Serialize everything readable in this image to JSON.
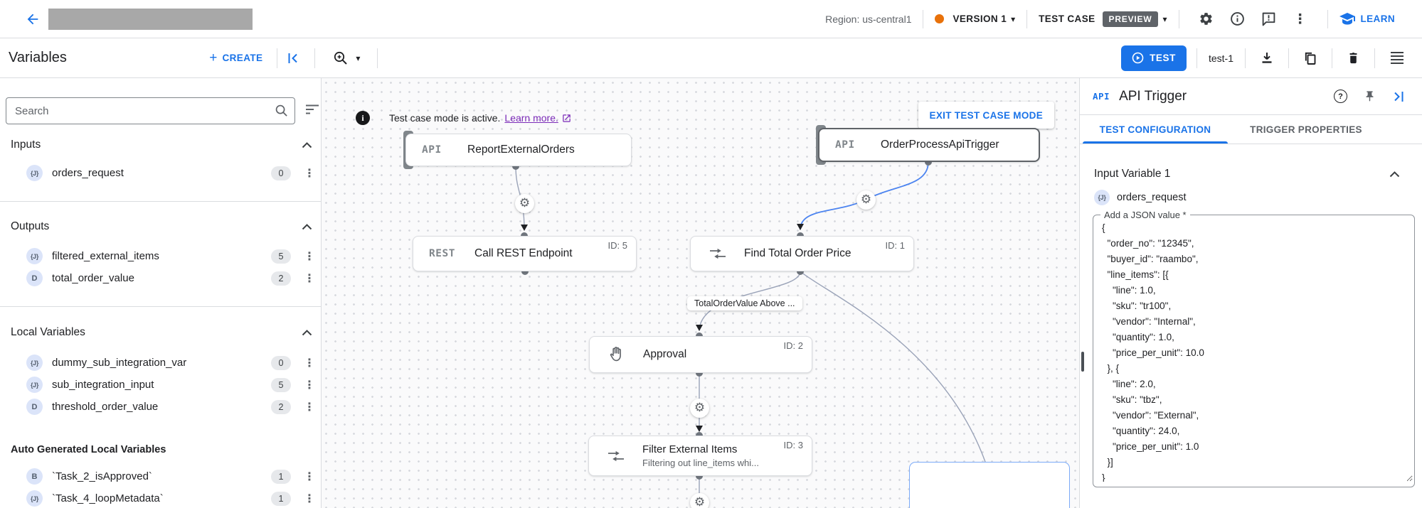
{
  "topbar": {
    "region": "Region: us-central1",
    "version": "VERSION 1",
    "test_case": "TEST CASE",
    "preview": "PREVIEW",
    "learn": "LEARN"
  },
  "toolbar": {
    "title": "Variables",
    "create": "CREATE",
    "test_button": "TEST",
    "test_name": "test-1"
  },
  "sidebar": {
    "search_placeholder": "Search",
    "inputs": {
      "title": "Inputs",
      "items": [
        {
          "type": "{J}",
          "name": "orders_request",
          "count": "0"
        }
      ]
    },
    "outputs": {
      "title": "Outputs",
      "items": [
        {
          "type": "{J}",
          "name": "filtered_external_items",
          "count": "5"
        },
        {
          "type": "D",
          "name": "total_order_value",
          "count": "2"
        }
      ]
    },
    "locals": {
      "title": "Local Variables",
      "items": [
        {
          "type": "{J}",
          "name": "dummy_sub_integration_var",
          "count": "0"
        },
        {
          "type": "{J}",
          "name": "sub_integration_input",
          "count": "5"
        },
        {
          "type": "D",
          "name": "threshold_order_value",
          "count": "2"
        }
      ]
    },
    "auto": {
      "title": "Auto Generated Local Variables",
      "items": [
        {
          "type": "B",
          "name": "`Task_2_isApproved`",
          "count": "1"
        },
        {
          "type": "{J}",
          "name": "`Task_4_loopMetadata`",
          "count": "1"
        }
      ]
    }
  },
  "canvas": {
    "banner": {
      "message": "Test case mode is active.",
      "link": "Learn more.",
      "exit_button": "EXIT TEST CASE MODE"
    },
    "nodes": [
      {
        "tag": "API",
        "title": "ReportExternalOrders"
      },
      {
        "tag": "API",
        "title": "OrderProcessApiTrigger"
      },
      {
        "tag": "REST",
        "title": "Call REST Endpoint",
        "id": "ID: 5"
      },
      {
        "title": "Find Total Order Price",
        "id": "ID: 1"
      },
      {
        "title": "Approval",
        "id": "ID: 2"
      },
      {
        "title": "Filter External Items",
        "subtitle": "Filtering out line_items whi...",
        "id": "ID: 3"
      }
    ],
    "edge_label": "TotalOrderValue Above ..."
  },
  "panel": {
    "tag": "API",
    "title": "API Trigger",
    "tabs": {
      "active": "TEST CONFIGURATION",
      "inactive": "TRIGGER PROPERTIES"
    },
    "section": "Input Variable 1",
    "variable": {
      "type": "{J}",
      "name": "orders_request"
    },
    "field_label": "Add a JSON value *",
    "json_value": "{\n  \"order_no\": \"12345\",\n  \"buyer_id\": \"raambo\",\n  \"line_items\": [{\n    \"line\": 1.0,\n    \"sku\": \"tr100\",\n    \"vendor\": \"Internal\",\n    \"quantity\": 1.0,\n    \"price_per_unit\": 10.0\n  }, {\n    \"line\": 2.0,\n    \"sku\": \"tbz\",\n    \"vendor\": \"External\",\n    \"quantity\": 24.0,\n    \"price_per_unit\": 1.0\n  }]\n}"
  }
}
